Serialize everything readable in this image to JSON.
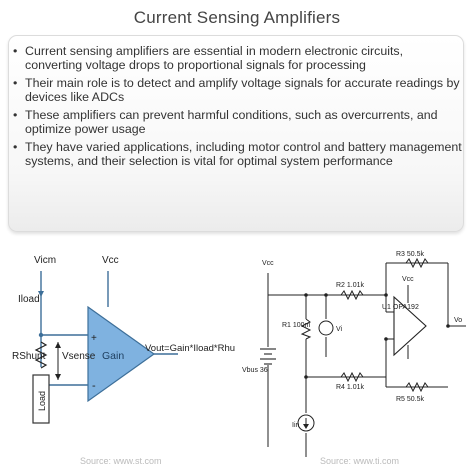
{
  "title": "Current Sensing Amplifiers",
  "bullets": [
    "Current sensing amplifiers are essential in modern electronic circuits, converting voltage drops to proportional signals for processing",
    "Their main role is to detect and amplify voltage signals for accurate readings by devices like ADCs",
    "These amplifiers can prevent harmful conditions, such as overcurrents, and optimize power usage",
    "They have varied applications, including motor control and battery management systems, and their selection is vital for optimal system performance"
  ],
  "bullet_symbol": "•",
  "left_diagram": {
    "vicm": "Vicm",
    "vcc": "Vcc",
    "iload": "Iload",
    "rshunt": "RShunt",
    "vsense": "Vsense",
    "plus": "+",
    "minus": "-",
    "gain": "Gain",
    "vout": "Vout=Gain*Iload*Rhunt",
    "load": "Load",
    "source": "Source: www.st.com",
    "colors": {
      "amplifier": "#7fb2e0",
      "wire": "#222222"
    }
  },
  "right_diagram": {
    "vcc_left": "Vcc",
    "vcc_amp": "Vcc",
    "r3": "R3 50.5k",
    "r2": "R2 1.01k",
    "r1": "R1 100m",
    "vi": "Vi",
    "u1": "U1 OPA192",
    "vo": "Vo",
    "r4": "R4 1.01k",
    "r5": "R5 50.5k",
    "vbus": "Vbus 36",
    "iin": "Iin",
    "source": "Source: www.ti.com"
  }
}
